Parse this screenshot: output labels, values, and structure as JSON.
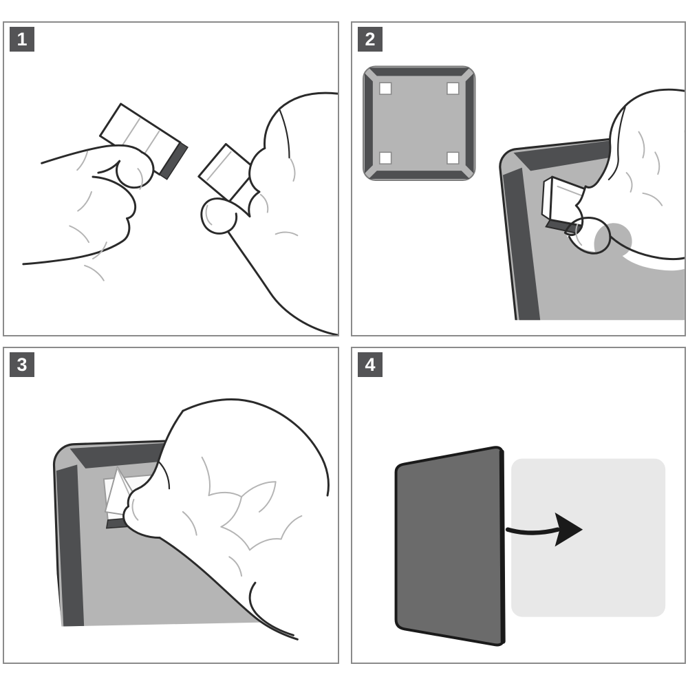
{
  "panels": [
    {
      "number": "1",
      "illustration": "hands-snapping-adhesive-pad-off-strip"
    },
    {
      "number": "2",
      "illustration": "frame-back-with-four-corner-pads-and-hand-placing-pad-on-corner"
    },
    {
      "number": "3",
      "illustration": "hand-peeling-protective-liner-from-pad-on-frame-corner"
    },
    {
      "number": "4",
      "illustration": "frame-being-pressed-onto-wall-arrow-right"
    }
  ],
  "colors": {
    "badge_bg": "#545456",
    "badge_text": "#ffffff",
    "panel_border": "#8a8a8a",
    "ink": "#2a2a2a",
    "crease": "#b4b4b4",
    "liner_edge": "#9a9a9a",
    "sq_edge": "#8a8a8a",
    "mid_gray": "#b5b5b5",
    "dark_gray": "#4e4f51",
    "panel_dark": "#6b6b6b",
    "light_gray": "#e8e8e8",
    "arrow": "#1a1a1a",
    "white": "#ffffff"
  }
}
